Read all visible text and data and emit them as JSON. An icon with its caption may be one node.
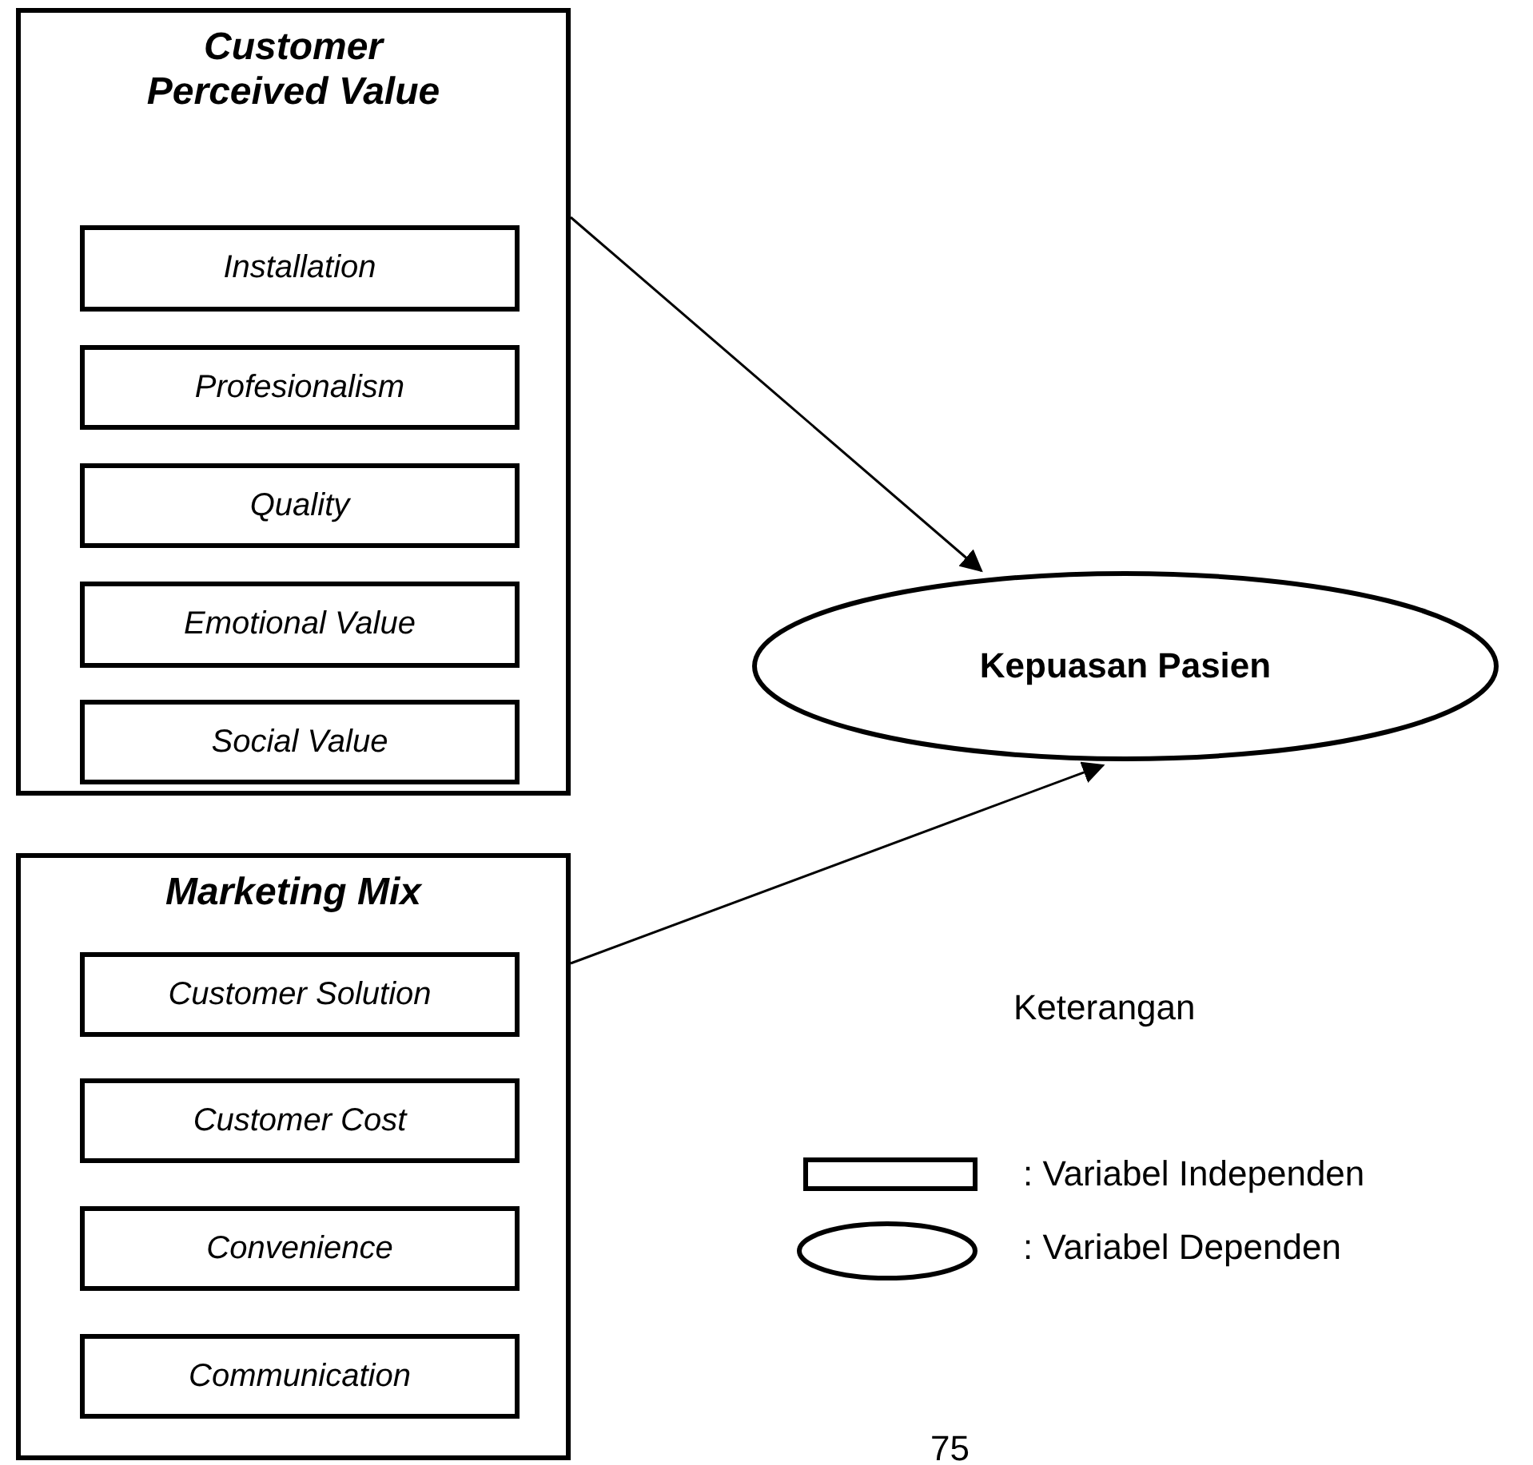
{
  "diagram": {
    "nodes": [
      {
        "text": [
          "Customer Perceived Value"
        ]
      },
      {
        "text": [
          "Installation"
        ],
        "in": 0
      },
      {
        "text": [
          "Profesionalism"
        ],
        "in": 0
      },
      {
        "text": [
          "Quality"
        ],
        "in": 0
      },
      {
        "text": [
          "Emotional Value"
        ],
        "in": 0
      },
      {
        "text": [
          "Social Value"
        ],
        "in": 0
      },
      {
        "text": [
          "Marketing Mix"
        ]
      },
      {
        "text": [
          "Customer Solution"
        ],
        "in": 6
      },
      {
        "text": [
          "Customer Cost"
        ],
        "in": 6
      },
      {
        "text": [
          "Convenience"
        ],
        "in": 6
      },
      {
        "text": [
          "Communication"
        ],
        "in": 6
      },
      {
        "text": [
          "Kepuasan Pasien"
        ]
      }
    ],
    "edges": [
      {
        "from": 0,
        "to": 11,
        "arrow": "to"
      },
      {
        "from": 6,
        "to": 11,
        "arrow": "to"
      }
    ],
    "labels": [
      "Keterangan",
      "75"
    ],
    "legend": [
      {
        "text": ": Variabel Independen"
      },
      {
        "text": ": Variabel Dependen"
      }
    ]
  }
}
